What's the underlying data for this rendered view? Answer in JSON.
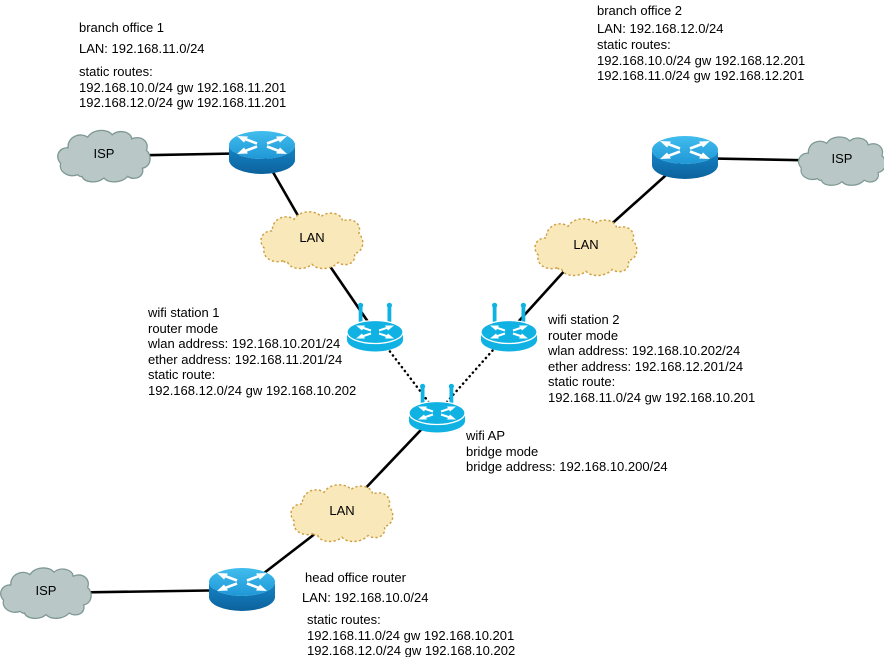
{
  "clouds": {
    "isp_label": "ISP",
    "lan_label": "LAN"
  },
  "branch_office_1": {
    "title": "branch office 1",
    "lan": "LAN: 192.168.11.0/24",
    "static_routes_label": "static routes:",
    "routes": [
      "192.168.10.0/24 gw 192.168.11.201",
      "192.168.12.0/24 gw 192.168.11.201"
    ]
  },
  "branch_office_2": {
    "title": "branch office 2",
    "lan": "LAN: 192.168.12.0/24",
    "static_routes_label": "static routes:",
    "routes": [
      "192.168.10.0/24 gw 192.168.12.201",
      "192.168.11.0/24 gw 192.168.12.201"
    ]
  },
  "wifi_station_1": {
    "title": "wifi station 1",
    "mode": "router mode",
    "wlan_address": "wlan address: 192.168.10.201/24",
    "ether_address": "ether address: 192.168.11.201/24",
    "static_route_label": "static route:",
    "route": "192.168.12.0/24 gw 192.168.10.202"
  },
  "wifi_station_2": {
    "title": "wifi station 2",
    "mode": "router mode",
    "wlan_address": "wlan address: 192.168.10.202/24",
    "ether_address": "ether address: 192.168.12.201/24",
    "static_route_label": "static route:",
    "route": "192.168.11.0/24 gw 192.168.10.201"
  },
  "wifi_ap": {
    "title": "wifi AP",
    "mode": "bridge mode",
    "bridge_address": "bridge address: 192.168.10.200/24"
  },
  "head_office": {
    "title": "head office router",
    "lan": "LAN: 192.168.10.0/24",
    "static_routes_label": "static routes:",
    "routes": [
      "192.168.11.0/24 gw 192.168.10.201",
      "192.168.12.0/24 gw 192.168.10.202"
    ]
  },
  "colors": {
    "router_top": "#2fa8e1",
    "router_side": "#1179bb",
    "wifi_cyan": "#0fb2e3",
    "isp_cloud_fill": "#b9c8c7",
    "isp_cloud_border": "#7e9894",
    "lan_cloud_fill": "#f9e8ba",
    "lan_cloud_border": "#ce9f40",
    "link": "#000000"
  }
}
